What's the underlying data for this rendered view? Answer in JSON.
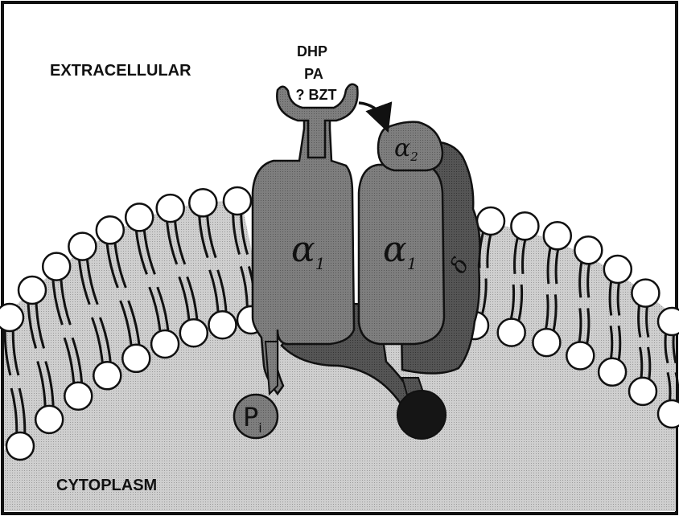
{
  "regions": {
    "top": "EXTRACELLULAR",
    "bottom": "CYTOPLASM"
  },
  "ligands": {
    "line1": "DHP",
    "line2": "PA",
    "line3": "? BZT"
  },
  "subunits": {
    "alpha1_left": {
      "letter": "α",
      "sub": "1"
    },
    "alpha1_right": {
      "letter": "α",
      "sub": "1"
    },
    "alpha2": {
      "letter": "α",
      "sub": "2"
    },
    "delta": "δ",
    "phosphate": {
      "letter": "P",
      "sub": "i"
    }
  },
  "colors": {
    "extracellular": "#ffffff",
    "cytoplasm": "#c9c9c9",
    "membrane": "#b9b9b9",
    "protein_light": "#8f8f8f",
    "protein_medium": "#5e5e5e",
    "protein_dark": "#1a1a1a",
    "lipid_head": "#ffffff"
  }
}
